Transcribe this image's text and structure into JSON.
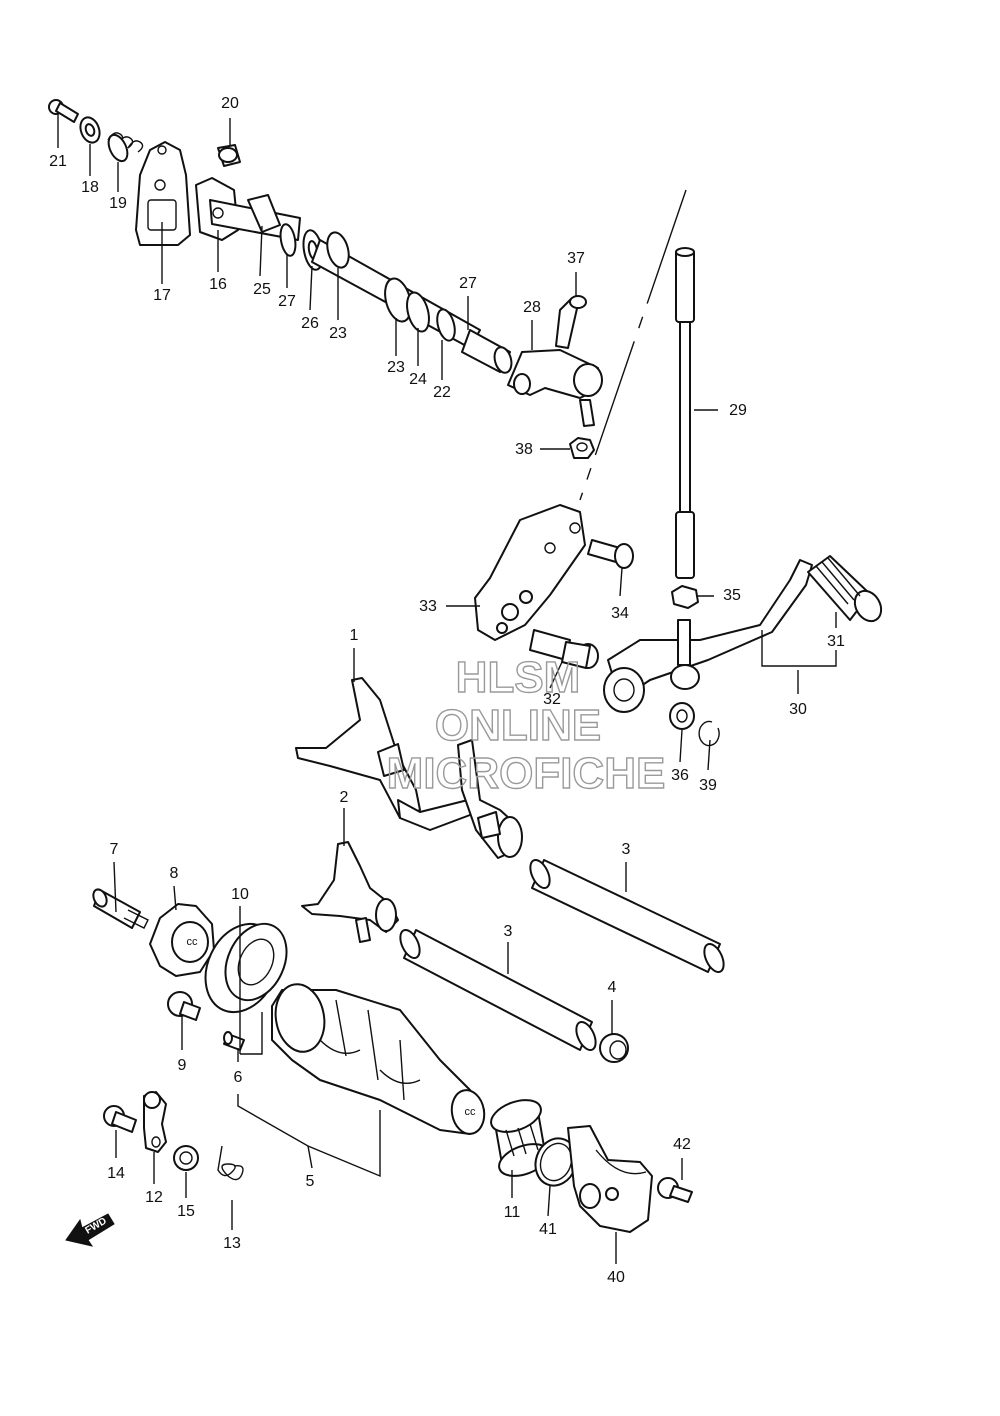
{
  "diagram": {
    "callouts": [
      {
        "id": "c21",
        "label": "21"
      },
      {
        "id": "c18",
        "label": "18"
      },
      {
        "id": "c19",
        "label": "19"
      },
      {
        "id": "c17",
        "label": "17"
      },
      {
        "id": "c20",
        "label": "20"
      },
      {
        "id": "c16",
        "label": "16"
      },
      {
        "id": "c25",
        "label": "25"
      },
      {
        "id": "c27a",
        "label": "27"
      },
      {
        "id": "c26",
        "label": "26"
      },
      {
        "id": "c23a",
        "label": "23"
      },
      {
        "id": "c27b",
        "label": "27"
      },
      {
        "id": "c23b",
        "label": "23"
      },
      {
        "id": "c24",
        "label": "24"
      },
      {
        "id": "c22",
        "label": "22"
      },
      {
        "id": "c28",
        "label": "28"
      },
      {
        "id": "c37",
        "label": "37"
      },
      {
        "id": "c38",
        "label": "38"
      },
      {
        "id": "c29",
        "label": "29"
      },
      {
        "id": "c33",
        "label": "33"
      },
      {
        "id": "c34",
        "label": "34"
      },
      {
        "id": "c35",
        "label": "35"
      },
      {
        "id": "c31",
        "label": "31"
      },
      {
        "id": "c30",
        "label": "30"
      },
      {
        "id": "c32",
        "label": "32"
      },
      {
        "id": "c36",
        "label": "36"
      },
      {
        "id": "c39",
        "label": "39"
      },
      {
        "id": "c1",
        "label": "1"
      },
      {
        "id": "c2",
        "label": "2"
      },
      {
        "id": "c3a",
        "label": "3"
      },
      {
        "id": "c3b",
        "label": "3"
      },
      {
        "id": "c4",
        "label": "4"
      },
      {
        "id": "c7",
        "label": "7"
      },
      {
        "id": "c8",
        "label": "8"
      },
      {
        "id": "c10",
        "label": "10"
      },
      {
        "id": "c9",
        "label": "9"
      },
      {
        "id": "c6",
        "label": "6"
      },
      {
        "id": "c5",
        "label": "5"
      },
      {
        "id": "c14",
        "label": "14"
      },
      {
        "id": "c12",
        "label": "12"
      },
      {
        "id": "c15",
        "label": "15"
      },
      {
        "id": "c13",
        "label": "13"
      },
      {
        "id": "c11",
        "label": "11"
      },
      {
        "id": "c41",
        "label": "41"
      },
      {
        "id": "c40",
        "label": "40"
      },
      {
        "id": "c42",
        "label": "42"
      }
    ],
    "watermark": {
      "line1": "HLSM",
      "line2": "ONLINE",
      "line3": "MICROFICHE"
    },
    "direction_marker": {
      "label": "FWD",
      "icon": "fwd-arrow-icon"
    }
  },
  "colors": {
    "line": "#111111",
    "watermark": "#9a9a9a",
    "background": "#ffffff"
  }
}
